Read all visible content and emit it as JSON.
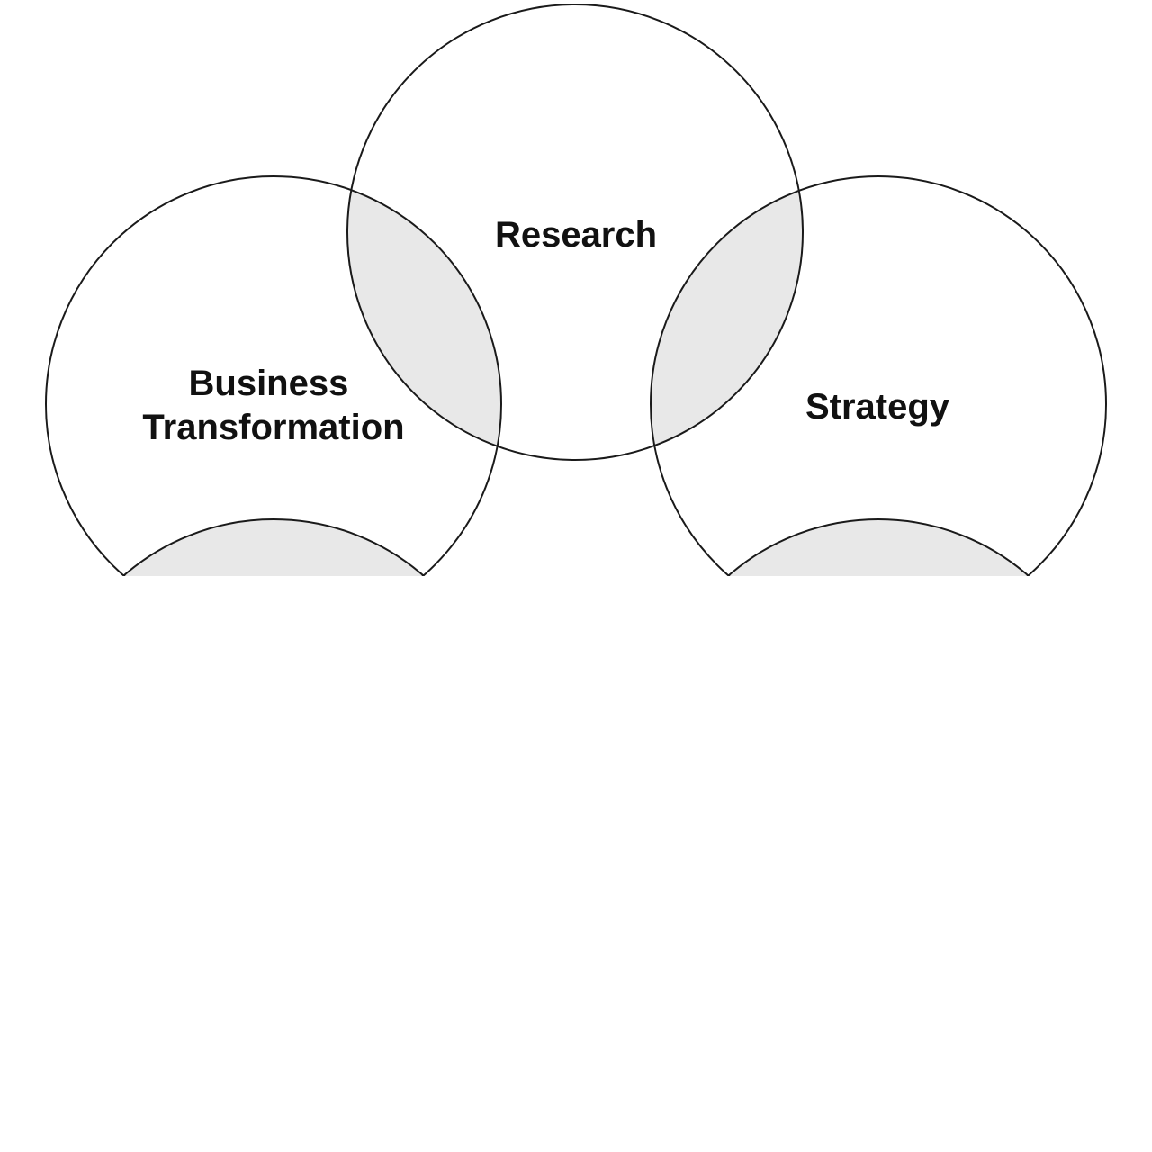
{
  "diagram": {
    "type": "venn",
    "circles": [
      {
        "id": "business-transformation",
        "lines": [
          "Business",
          "Transformation"
        ]
      },
      {
        "id": "research",
        "lines": [
          "Research"
        ]
      },
      {
        "id": "strategy",
        "lines": [
          "Strategy"
        ]
      }
    ]
  },
  "colors": {
    "background": "#ffffff",
    "outline": "#1a1a1a",
    "overlap_fill": "#e8e8e8",
    "text": "#111111"
  }
}
